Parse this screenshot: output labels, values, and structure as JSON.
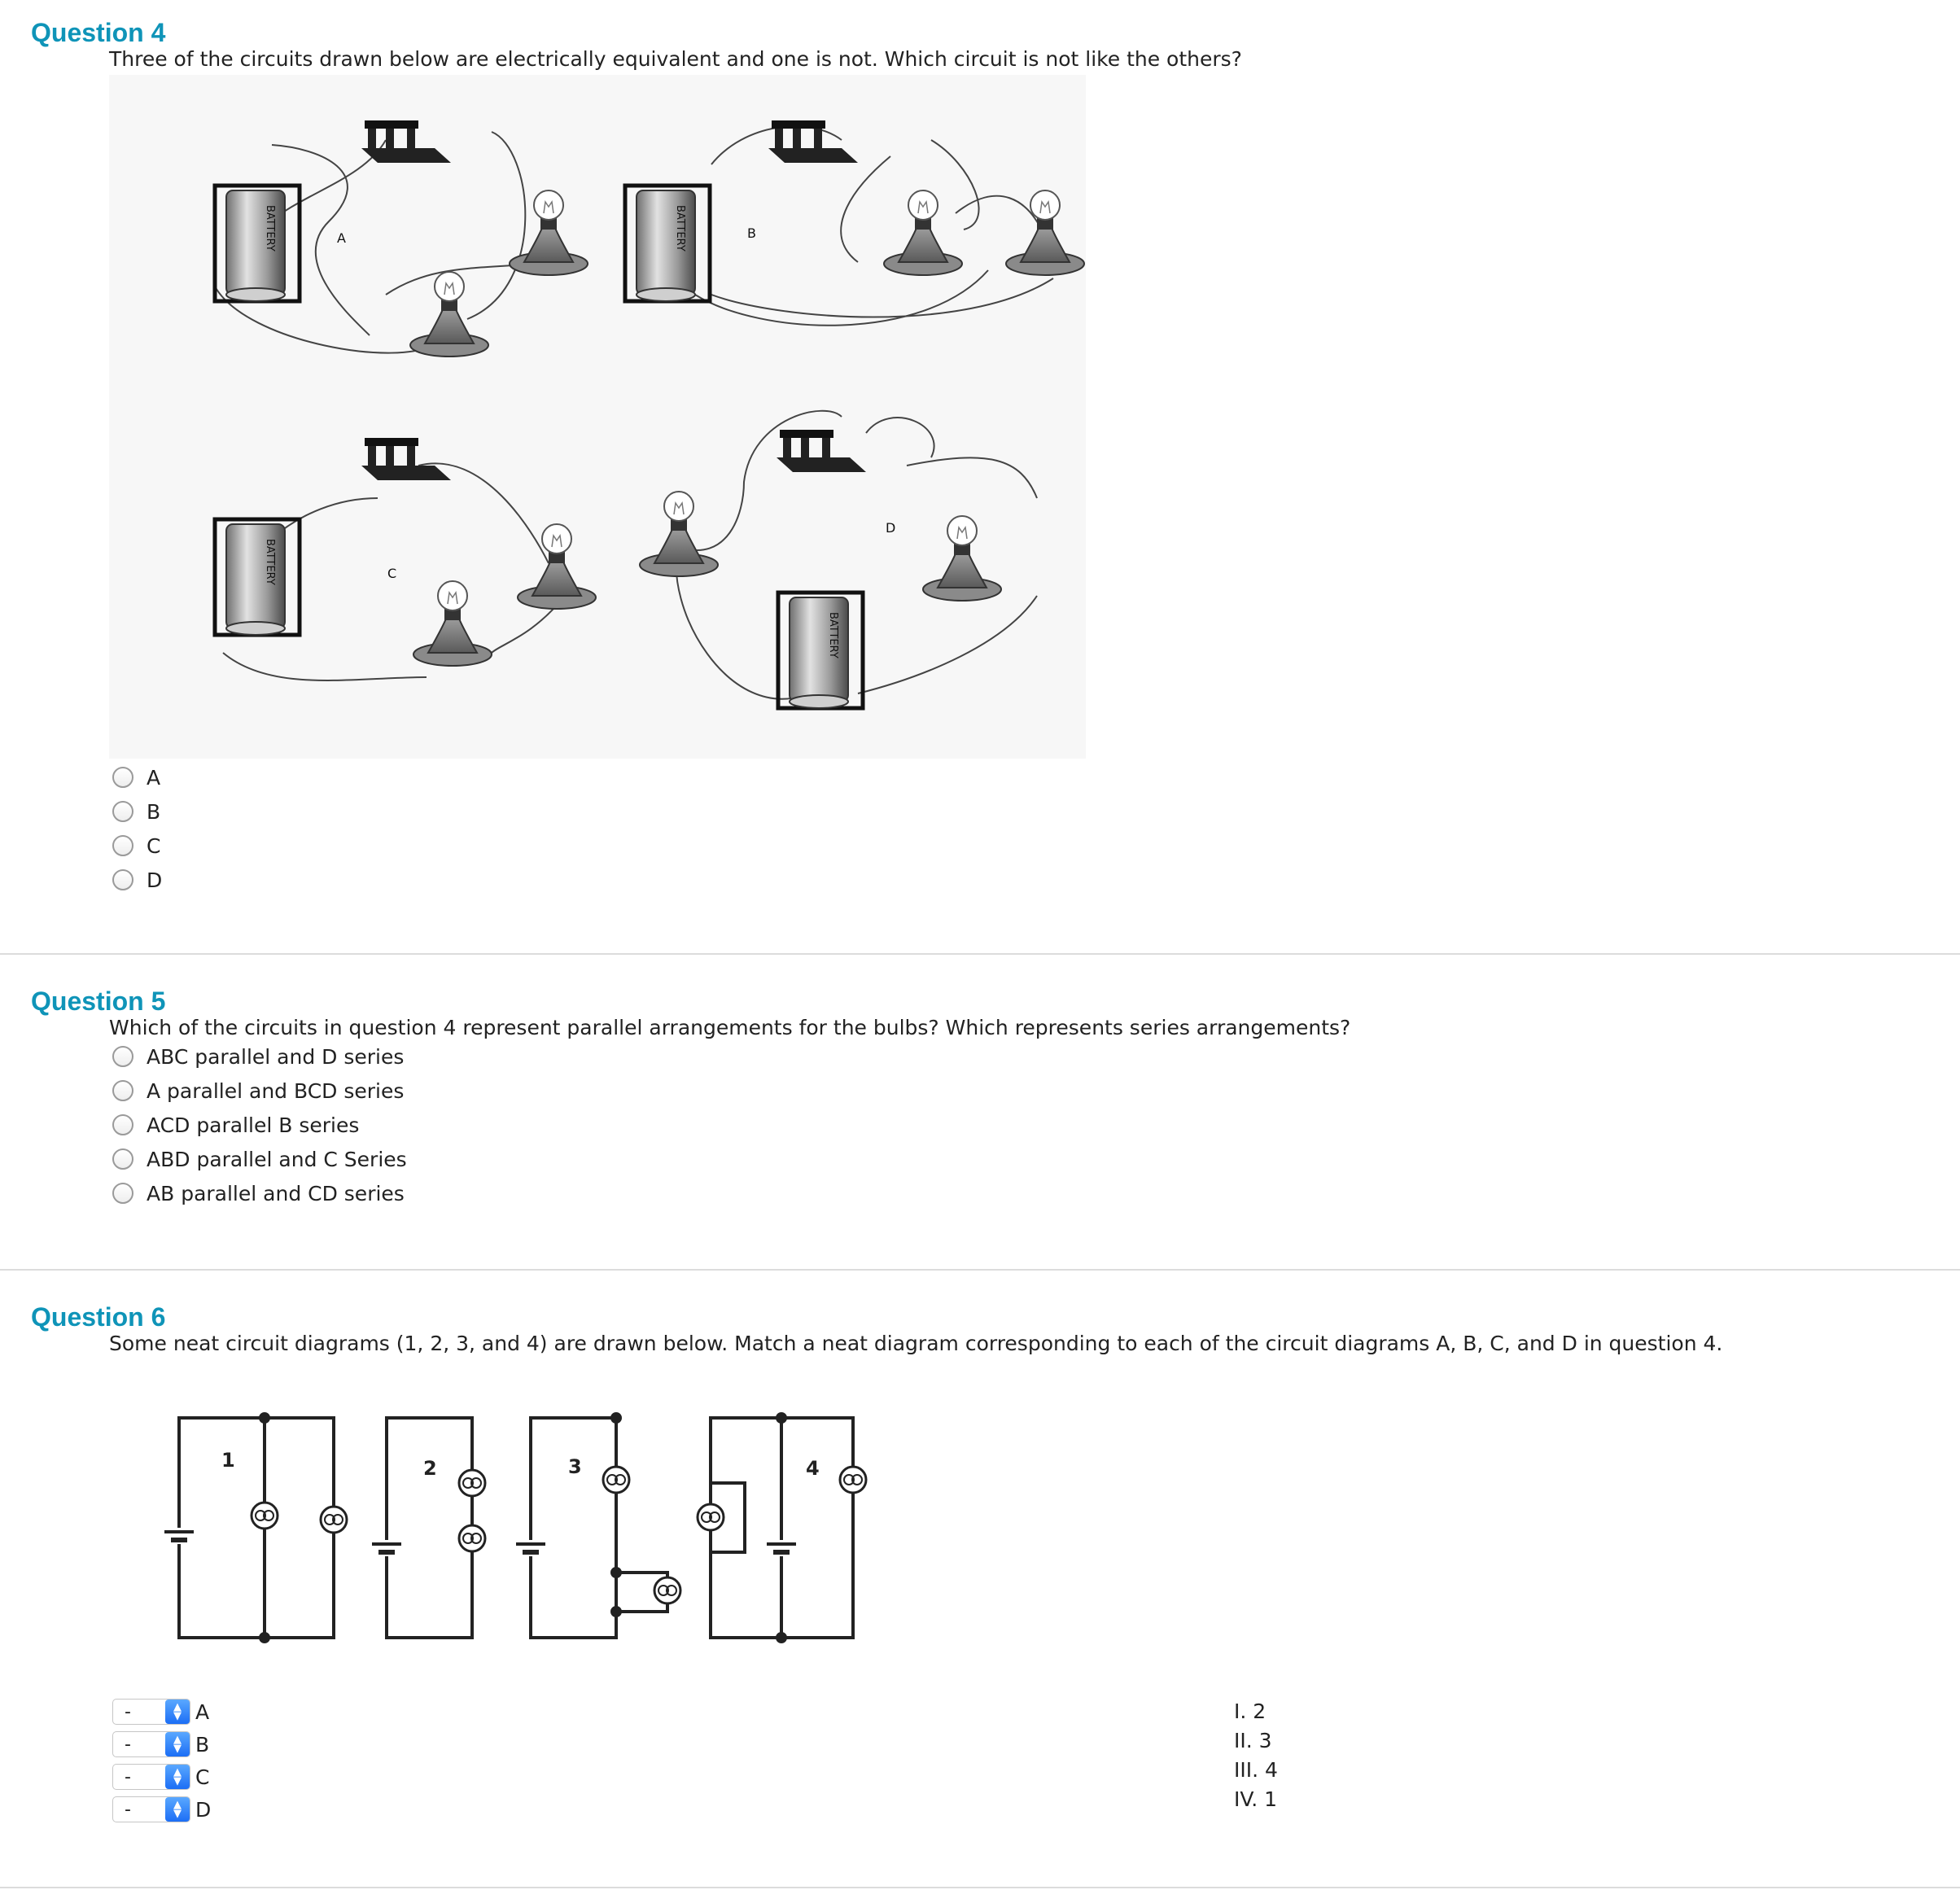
{
  "q4": {
    "title": "Question 4",
    "prompt": "Three of the circuits drawn below are electrically equivalent and one is not. Which circuit is not like the others?",
    "figure": {
      "circuit_labels": [
        "A",
        "B",
        "C",
        "D"
      ],
      "battery_label": "BATTERY"
    },
    "options": [
      "A",
      "B",
      "C",
      "D"
    ]
  },
  "q5": {
    "title": "Question 5",
    "prompt": "Which of the circuits in question 4 represent parallel arrangements for the bulbs? Which represents series arrangements?",
    "options": [
      "ABC parallel and D series",
      "A parallel and BCD series",
      "ACD parallel B series",
      "ABD parallel and C Series",
      "AB parallel and CD series"
    ]
  },
  "q6": {
    "title": "Question 6",
    "prompt": "Some neat circuit diagrams (1, 2, 3, and 4) are drawn below. Match a neat diagram corresponding to each of the circuit diagrams A, B, C, and D in question 4.",
    "diagram_labels": [
      "1",
      "2",
      "3",
      "4"
    ],
    "matches": [
      {
        "select_value": "-",
        "label": "A"
      },
      {
        "select_value": "-",
        "label": "B"
      },
      {
        "select_value": "-",
        "label": "C"
      },
      {
        "select_value": "-",
        "label": "D"
      }
    ],
    "answers": [
      "I.  2",
      "II.  3",
      "III. 4",
      "IV. 1"
    ]
  },
  "colors": {
    "title": "#0f94b8",
    "select_button": "#1c6ef5"
  }
}
